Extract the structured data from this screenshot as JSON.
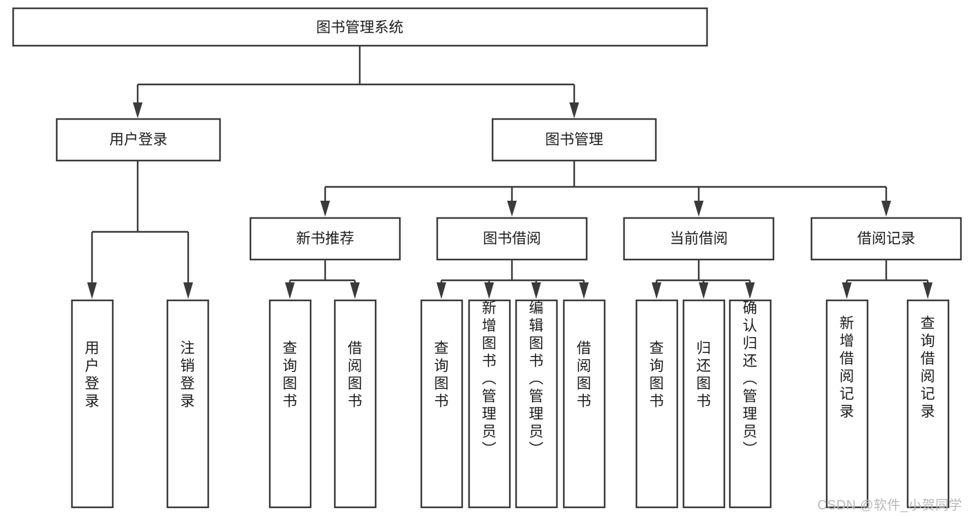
{
  "diagram": {
    "title": "图书管理系统",
    "type": "hierarchy-tree",
    "root": {
      "id": "root",
      "label": "图书管理系统"
    },
    "level2": [
      {
        "id": "user-login",
        "label": "用户登录"
      },
      {
        "id": "book-management",
        "label": "图书管理"
      }
    ],
    "level3": [
      {
        "id": "new-book-recommend",
        "label": "新书推荐",
        "parent": "book-management"
      },
      {
        "id": "book-borrow",
        "label": "图书借阅",
        "parent": "book-management"
      },
      {
        "id": "current-borrow",
        "label": "当前借阅",
        "parent": "book-management"
      },
      {
        "id": "borrow-record",
        "label": "借阅记录",
        "parent": "book-management"
      }
    ],
    "leaves": [
      {
        "id": "leaf-user-login",
        "label": "用户登录",
        "parent": "user-login"
      },
      {
        "id": "leaf-logout-login",
        "label": "注销登录",
        "parent": "user-login"
      },
      {
        "id": "leaf-query-book-1",
        "label": "查询图书",
        "parent": "new-book-recommend"
      },
      {
        "id": "leaf-borrow-book-1",
        "label": "借阅图书",
        "parent": "new-book-recommend"
      },
      {
        "id": "leaf-query-book-2",
        "label": "查询图书",
        "parent": "book-borrow"
      },
      {
        "id": "leaf-add-book",
        "label": "新增图书（管理员）",
        "parent": "book-borrow"
      },
      {
        "id": "leaf-edit-book",
        "label": "编辑图书（管理员）",
        "parent": "book-borrow"
      },
      {
        "id": "leaf-borrow-book-2",
        "label": "借阅图书",
        "parent": "book-borrow"
      },
      {
        "id": "leaf-query-book-3",
        "label": "查询图书",
        "parent": "current-borrow"
      },
      {
        "id": "leaf-return-book",
        "label": "归还图书",
        "parent": "current-borrow"
      },
      {
        "id": "leaf-confirm-return",
        "label": "确认归还（管理员）",
        "parent": "current-borrow"
      },
      {
        "id": "leaf-add-record",
        "label": "新增借阅记录",
        "parent": "borrow-record"
      },
      {
        "id": "leaf-query-record",
        "label": "查询借阅记录",
        "parent": "borrow-record"
      }
    ],
    "colors": {
      "box_stroke": "#3a3a3a",
      "box_fill": "#ffffff",
      "connector": "#3a3a3a",
      "text": "#1c1c1c",
      "watermark": "#b9b9b9",
      "background": "#ffffff"
    }
  },
  "watermark": {
    "text": "CSDN @软件_小贺同学"
  }
}
